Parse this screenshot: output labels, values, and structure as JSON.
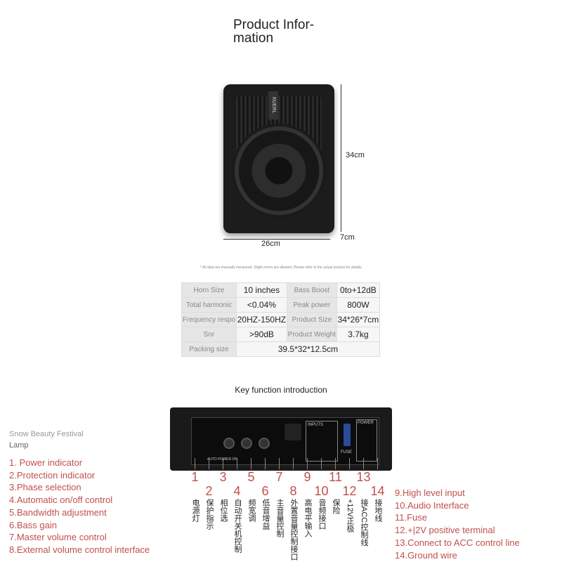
{
  "title": "Product Infor-\nmation",
  "dimensions": {
    "height": "34cm",
    "width": "26cm",
    "depth": "7cm"
  },
  "product": {
    "brand": "KUERL"
  },
  "note": "* All data are manually measured. Slight errors are allowed. Please refer to the actual product for details.",
  "specs": [
    {
      "k1": "Horn Size",
      "v1": "10 inches",
      "k2": "Bass Boost",
      "v2": "0to+12dB"
    },
    {
      "k1": "Total harmonic",
      "v1": "<0.04%",
      "k2": "Peak power",
      "v2": "800W"
    },
    {
      "k1": "Frequency respo",
      "v1": "20HZ-150HZ",
      "k2": "Product Size",
      "v2": "34*26*7cm"
    },
    {
      "k1": "Snr",
      "v1": ">90dB",
      "k2": "Product Weight",
      "v2": "3.7kg"
    }
  ],
  "packing": {
    "k": "Packing size",
    "v": "39.5*32*12.5cm"
  },
  "key_title": "Key function introduction",
  "left_list": [
    "1. Power indicator",
    "2.Protection indicator",
    "3.Phase selection",
    "4.Automatic on/off control",
    "5.Bandwidth adjustment",
    "6.Bass gain",
    "7.Master volume control",
    "8.External volume control interface"
  ],
  "right_list": [
    "9.High level input",
    "10.Audio Interface",
    "11.Fuse",
    "12.+|2V positive terminal",
    "13.Connect to ACC control line",
    "14.Ground wire"
  ],
  "panel": {
    "inputs": "INPUTS",
    "power": "POWER",
    "fuse": "FUSE",
    "auto": "AUTO POWER ON"
  },
  "cn": [
    "电源灯",
    "保护指示",
    "相位选",
    "自动开关机控制",
    "频宽调",
    "低音增益",
    "主音量控制",
    "外置音量控制接口",
    "高电平输入",
    "音频接口",
    "保险",
    "+12V正极",
    "接ACC控制线",
    "接地线"
  ],
  "nums": [
    "1",
    "2",
    "3",
    "4",
    "5",
    "6",
    "7",
    "8",
    "9",
    "10",
    "11",
    "12",
    "13",
    "14"
  ],
  "watermark": "Snow Beauty Festival",
  "lamp": "Lamp"
}
